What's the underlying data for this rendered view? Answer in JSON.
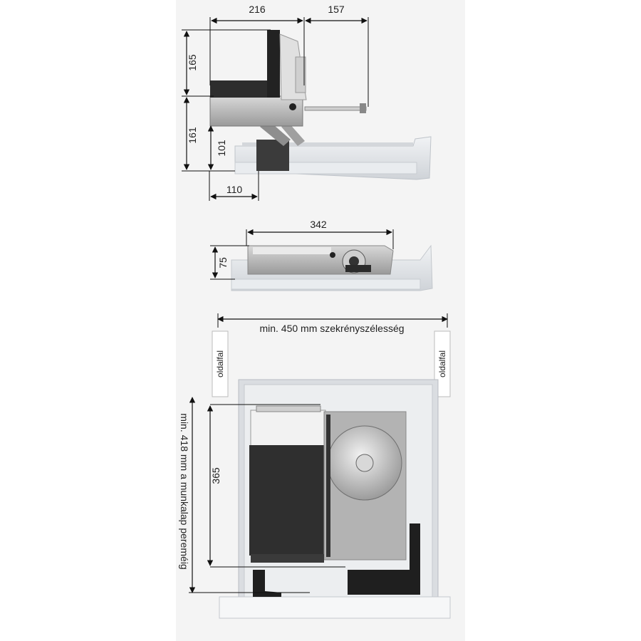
{
  "dimensions": {
    "top_width_216": "216",
    "top_width_157": "157",
    "top_height_165": "165",
    "top_height_161": "161",
    "top_height_101": "101",
    "top_width_110": "110",
    "middle_width_342": "342",
    "middle_height_75": "75",
    "bottom_height_365": "365"
  },
  "labels": {
    "cabinet_width": "min. 450 mm szekrényszélesség",
    "side_wall_left": "oldalfal",
    "side_wall_right": "oldalfal",
    "worktop_edge": "min. 418 mm a munkalap pereméig"
  },
  "colors": {
    "panel_bg": "#f4f4f4",
    "metal": "#b8b8b8",
    "dark": "#2b2b2b",
    "tray": "#e3e6ea",
    "line": "#111111"
  }
}
